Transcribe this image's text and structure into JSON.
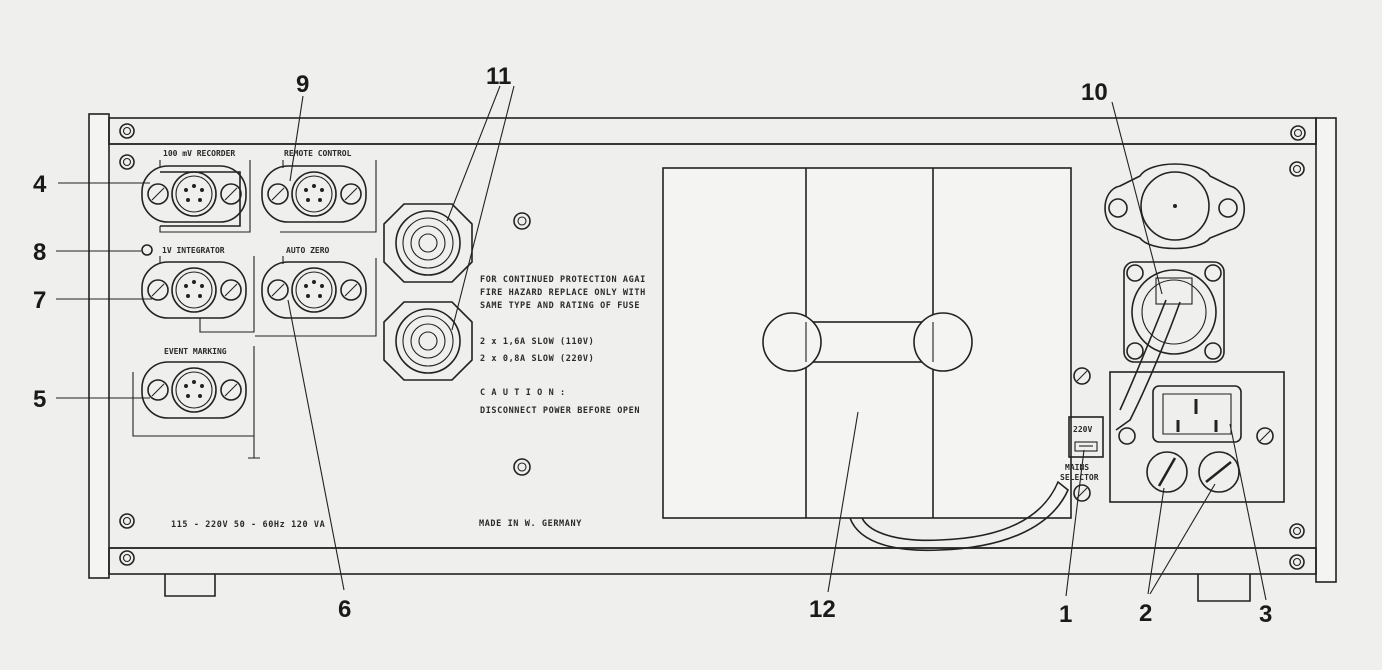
{
  "callouts": {
    "n4": "4",
    "n8": "8",
    "n7": "7",
    "n5": "5",
    "n9": "9",
    "n11": "11",
    "n10": "10",
    "n6": "6",
    "n12": "12",
    "n1": "1",
    "n2": "2",
    "n3": "3"
  },
  "sockets": {
    "recorder": "100 mV RECORDER",
    "remote": "REMOTE CONTROL",
    "integrator": "1V INTEGRATOR",
    "autozero": "AUTO ZERO",
    "event": "EVENT MARKING"
  },
  "warning": {
    "line1": "FOR CONTINUED PROTECTION AGAI",
    "line2": "FIRE HAZARD REPLACE ONLY WITH",
    "line3": "SAME TYPE AND RATING OF FUSE",
    "fuse1": "2 x 1,6A  SLOW  (110V)",
    "fuse2": "2 x 0,8A  SLOW  (220V)",
    "caution": "C A U T I O N :",
    "disconnect": "DISCONNECT POWER BEFORE OPEN"
  },
  "selector": {
    "voltage": "220V",
    "line1": "MAINS",
    "line2": "SELECTOR"
  },
  "rating": "115 - 220V  50 - 60Hz  120 VA",
  "made_in": "MADE IN W. GERMANY"
}
